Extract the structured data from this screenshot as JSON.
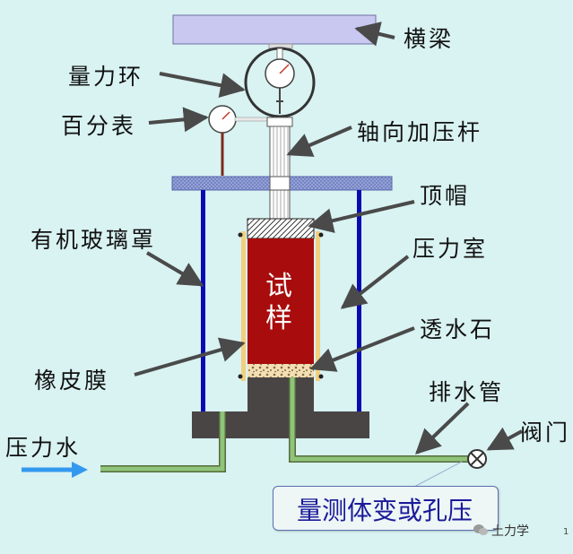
{
  "labels": {
    "beam": "横梁",
    "load_ring": "量力环",
    "dial_gauge": "百分表",
    "axial_rod": "轴向加压杆",
    "top_cap": "顶帽",
    "cover": "有机玻璃罩",
    "pressure_chamber": "压力室",
    "sample": "试样",
    "porous_stone": "透水石",
    "membrane": "橡皮膜",
    "drain_pipe": "排水管",
    "valve": "阀门",
    "pressure_water": "压力水",
    "measure": "量测体变或孔压"
  },
  "watermark": {
    "text": "土力学",
    "icon": "wechat-icon"
  },
  "page_number": "1",
  "colors": {
    "background": "#d9f2f2",
    "beam": "#c8c8f0",
    "sample": "#a80c0c",
    "posts": "#0a0ab4",
    "base": "#4a4545",
    "pipe": "#7db86a",
    "arrow": "#3399ee"
  }
}
